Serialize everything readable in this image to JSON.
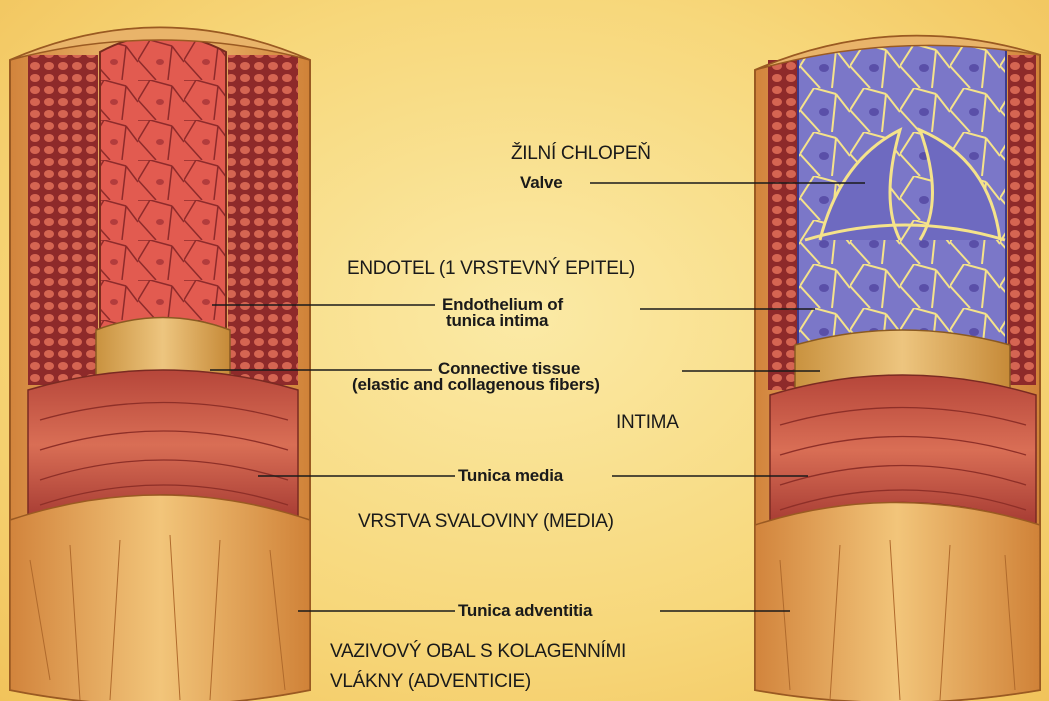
{
  "diagram": {
    "labels_cz": {
      "valve": "ŽILNÍ CHLOPEŇ",
      "endothelium": "ENDOTEL (1 VRSTEVNÝ EPITEL)",
      "intima": "INTIMA",
      "media": "VRSTVA SVALOVINY (MEDIA)",
      "adventitia_line1": "VAZIVOVÝ OBAL S KOLAGENNÍMI",
      "adventitia_line2": "VLÁKNY (ADVENTICIE)"
    },
    "labels_en": {
      "valve": "Valve",
      "endothelium_line1": "Endothelium of",
      "endothelium_line2": "tunica intima",
      "connective_line1": "Connective tissue",
      "connective_line2": "(elastic and collagenous fibers)",
      "media": "Tunica media",
      "adventitia": "Tunica adventitia"
    },
    "colors": {
      "background": "#f7d77a",
      "artery_muscle": "#c8503f",
      "artery_lumen": "#e2574f",
      "vein_lumen": "#7d78c9",
      "adventitia": "#e5a654",
      "leader_lines": "#1a1a1a"
    }
  }
}
